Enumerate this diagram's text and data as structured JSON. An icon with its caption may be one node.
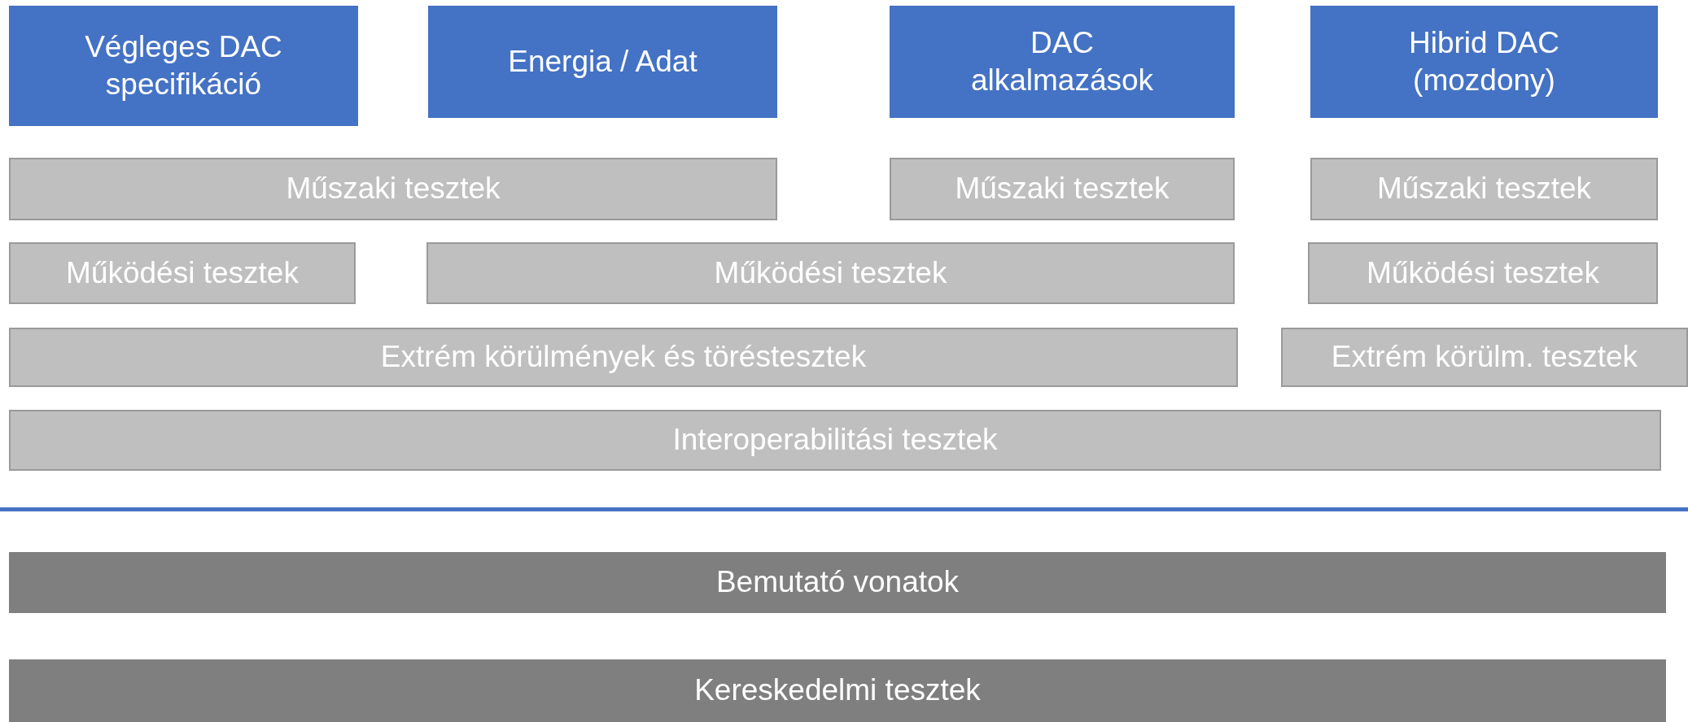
{
  "diagram": {
    "nodes": [
      {
        "text": [
          "Végleges DAC specifikáció"
        ]
      },
      {
        "text": [
          "Energia / Adat"
        ]
      },
      {
        "text": [
          "DAC alkalmazások"
        ]
      },
      {
        "text": [
          "Hibrid DAC (mozdony)"
        ]
      },
      {
        "text": [
          "Műszaki tesztek"
        ]
      },
      {
        "text": [
          "Műszaki tesztek"
        ]
      },
      {
        "text": [
          "Műszaki tesztek"
        ]
      },
      {
        "text": [
          "Működési tesztek"
        ]
      },
      {
        "text": [
          "Működési tesztek"
        ]
      },
      {
        "text": [
          "Működési tesztek"
        ]
      },
      {
        "text": [
          "Extrém körülmények és töréstesztek"
        ]
      },
      {
        "text": [
          "Extrém körülm. tesztek"
        ]
      },
      {
        "text": [
          "Interoperabilitási tesztek"
        ]
      },
      {
        "text": [
          "Bemutató vonatok"
        ]
      },
      {
        "text": [
          "Kereskedelmi tesztek"
        ]
      }
    ]
  }
}
